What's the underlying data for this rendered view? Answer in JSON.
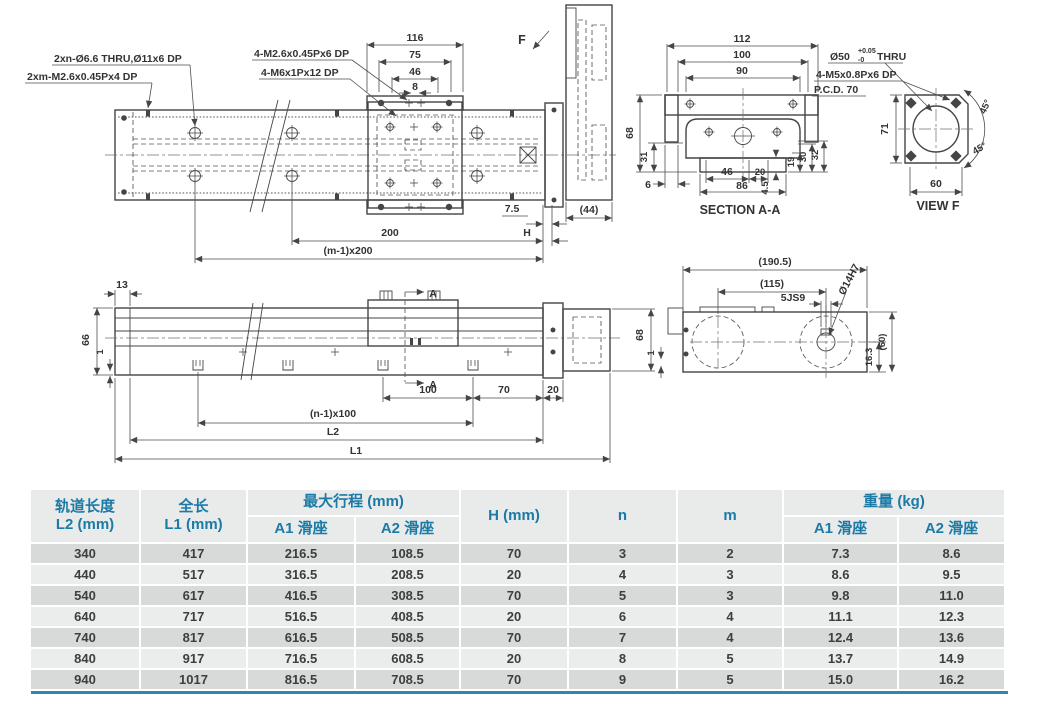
{
  "colors": {
    "header_text": "#1b7aa6",
    "header_bg": "#e9eaea",
    "row_dark": "#d8dada",
    "row_light": "#ebecec",
    "bottom_rule": "#2e85b7",
    "line": "#454545"
  },
  "drawing": {
    "plan": {
      "note_rail_holes": "2xn-Ø6.6 THRU,Ø11x6 DP",
      "note_rail_taps": "2xm-M2.6x0.45Px4 DP",
      "note_carriage_taps": "4-M2.6x0.45Px6 DP",
      "note_carriage_taps2": "4-M6x1Px12 DP",
      "dim_116": "116",
      "dim_75": "75",
      "dim_46": "46",
      "dim_8": "8",
      "view_label": "F",
      "dim_44": "(44)",
      "dim_7_5": "7.5",
      "dim_200": "200",
      "dim_h": "H",
      "dim_m_pitch": "(m-1)x200"
    },
    "section_aa": {
      "title": "SECTION A-A",
      "dim_112": "112",
      "dim_100": "100",
      "dim_90": "90",
      "dim_68": "68",
      "dim_31": "31",
      "dim_6": "6",
      "dim_46": "46",
      "dim_20": "20",
      "dim_86": "86",
      "dim_4_5": "4.5",
      "dim_19": "19",
      "dim_30": "30",
      "dim_32": "32"
    },
    "view_f": {
      "title": "VIEW F",
      "bore": "Ø50",
      "bore_tol_plus": "+0.05",
      "bore_tol_minus": "-0",
      "bore_thru": "THRU",
      "note_taps": "4-M5x0.8Px6 DP",
      "note_pcd": "P.C.D. 70",
      "dim_71": "71",
      "dim_60": "60",
      "dim_45_1": "45°",
      "dim_45_2": "45°"
    },
    "side": {
      "dim_13": "13",
      "dim_66": "66",
      "dim_1": "1",
      "cut_a_top": "A",
      "cut_a_bottom": "A",
      "dim_100": "100",
      "dim_70": "70",
      "dim_20": "20",
      "dim_n_pitch": "(n-1)x100",
      "dim_l2": "L2",
      "dim_l1": "L1",
      "dim_68": "68",
      "dim_1b": "1"
    },
    "bottom_view": {
      "dim_190_5": "(190.5)",
      "dim_115": "(115)",
      "dim_key": "5JS9",
      "dim_bore": "Ø14H7",
      "dim_16_3": "16.3",
      "dim_60": "(60)"
    }
  },
  "table": {
    "header": {
      "col1_line1": "轨道长度",
      "col1_line2": "L2 (mm)",
      "col2_line1": "全长",
      "col2_line2": "L1 (mm)",
      "group_stroke": "最大行程 (mm)",
      "stroke_a1": "A1 滑座",
      "stroke_a2": "A2 滑座",
      "col_h": "H (mm)",
      "col_n": "n",
      "col_m": "m",
      "group_weight": "重量 (kg)",
      "weight_a1": "A1 滑座",
      "weight_a2": "A2 滑座"
    },
    "rows": [
      [
        "340",
        "417",
        "216.5",
        "108.5",
        "70",
        "3",
        "2",
        "7.3",
        "8.6"
      ],
      [
        "440",
        "517",
        "316.5",
        "208.5",
        "20",
        "4",
        "3",
        "8.6",
        "9.5"
      ],
      [
        "540",
        "617",
        "416.5",
        "308.5",
        "70",
        "5",
        "3",
        "9.8",
        "11.0"
      ],
      [
        "640",
        "717",
        "516.5",
        "408.5",
        "20",
        "6",
        "4",
        "11.1",
        "12.3"
      ],
      [
        "740",
        "817",
        "616.5",
        "508.5",
        "70",
        "7",
        "4",
        "12.4",
        "13.6"
      ],
      [
        "840",
        "917",
        "716.5",
        "608.5",
        "20",
        "8",
        "5",
        "13.7",
        "14.9"
      ],
      [
        "940",
        "1017",
        "816.5",
        "708.5",
        "70",
        "9",
        "5",
        "15.0",
        "16.2"
      ]
    ]
  }
}
